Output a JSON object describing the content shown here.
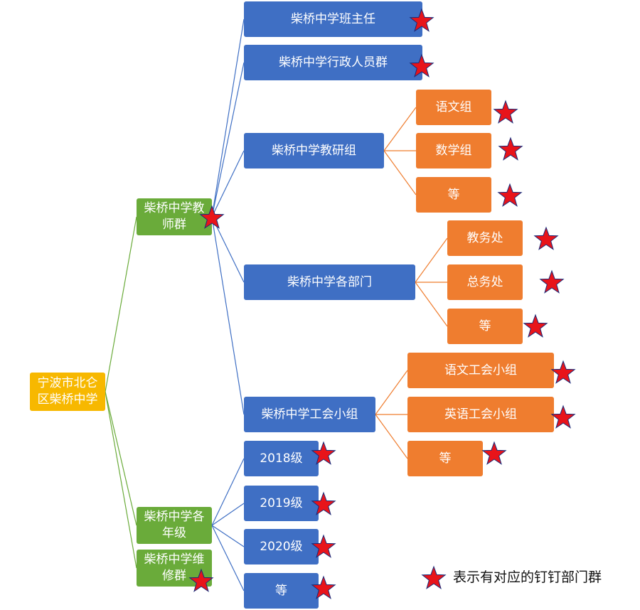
{
  "colors": {
    "root": "#f7b800",
    "level1": "#6aab3a",
    "level2": "#3f6fc4",
    "level3": "#ef7d2f",
    "star": "#e8141a",
    "star_outline": "#1a2a78"
  },
  "root": {
    "label": "宁波市北仑\n区柴桥中学"
  },
  "level1": {
    "teachers": "柴桥中学教\n师群",
    "grades": "柴桥中学各\n年级",
    "maintenance": "柴桥中学维\n修群"
  },
  "level2": {
    "head_teachers": "柴桥中学班主任",
    "admin": "柴桥中学行政人员群",
    "research": "柴桥中学教研组",
    "departments": "柴桥中学各部门",
    "union": "柴桥中学工会小组",
    "g2018": "2018级",
    "g2019": "2019级",
    "g2020": "2020级",
    "g_etc": "等"
  },
  "level3": {
    "chinese": "语文组",
    "math": "数学组",
    "research_etc": "等",
    "academic": "教务处",
    "general": "总务处",
    "dept_etc": "等",
    "union_chinese": "语文工会小组",
    "union_english": "英语工会小组",
    "union_etc": "等"
  },
  "legend": {
    "text": "表示有对应的钉钉部门群",
    "icon": "star-icon"
  }
}
